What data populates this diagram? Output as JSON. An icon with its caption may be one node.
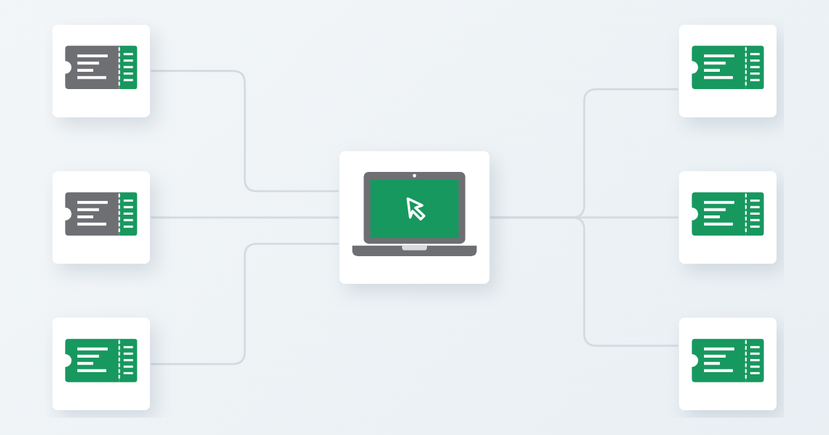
{
  "diagram": {
    "nodes": [
      {
        "text": [],
        "shape": "picture"
      },
      {
        "text": [],
        "shape": "picture"
      },
      {
        "text": [],
        "shape": "picture"
      },
      {
        "text": [],
        "shape": "picture"
      },
      {
        "text": [],
        "shape": "picture"
      },
      {
        "text": [],
        "shape": "picture"
      },
      {
        "text": [],
        "shape": "picture"
      }
    ],
    "edges": [
      {
        "from": 0,
        "to": 3,
        "arrow": "none"
      },
      {
        "from": 2,
        "to": 3,
        "arrow": "none"
      },
      {
        "from": 5,
        "to": 3,
        "arrow": "none"
      },
      {
        "from": 3,
        "to": 1,
        "arrow": "none"
      },
      {
        "from": 3,
        "to": 4,
        "arrow": "none"
      },
      {
        "from": 3,
        "to": 6,
        "arrow": "none"
      }
    ]
  }
}
